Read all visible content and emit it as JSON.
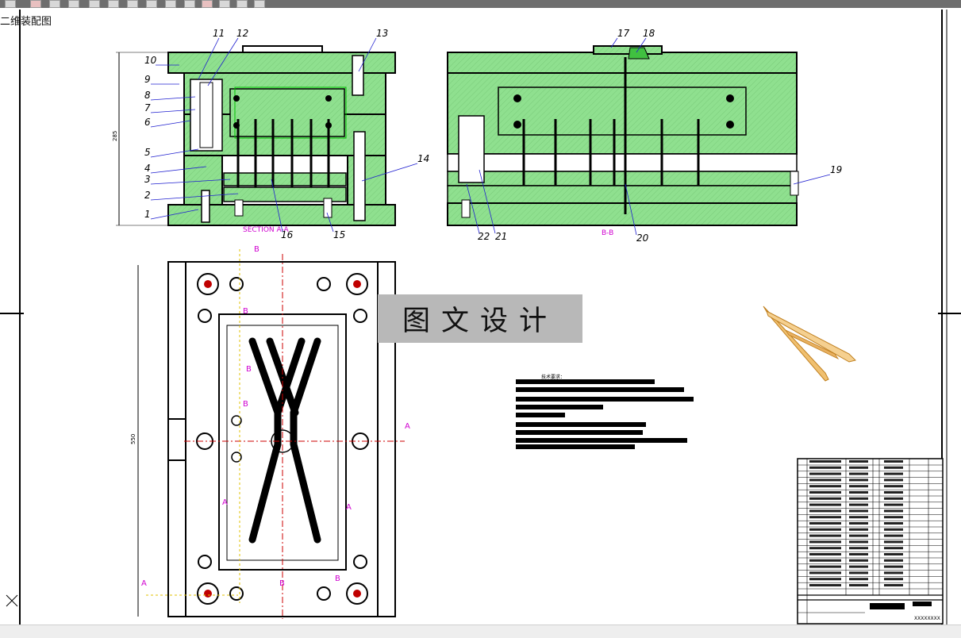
{
  "window": {
    "tab_label": "二维装配图"
  },
  "stamp": {
    "text": "图文设计"
  },
  "views": {
    "section_aa": "SECTION A-A",
    "section_bb": "B-B",
    "height_dim": "285",
    "width_dim": "550"
  },
  "section_letters": {
    "a": "A",
    "b": "B"
  },
  "part_labels": [
    "1",
    "2",
    "3",
    "4",
    "5",
    "6",
    "7",
    "8",
    "9",
    "10",
    "11",
    "12",
    "13",
    "14",
    "15",
    "16",
    "17",
    "18",
    "19",
    "20",
    "21",
    "22"
  ],
  "notes": {
    "title": "技术要求："
  },
  "title_block": {
    "drawing_no": "XXXXXXXX"
  },
  "colors": {
    "fill": "#8fe08f",
    "line": "#000000",
    "accent": "#d000d0",
    "leader": "#2020d0",
    "red": "#cc0000",
    "yellow": "#e0c000",
    "toolbar": "#6e6e6e"
  }
}
